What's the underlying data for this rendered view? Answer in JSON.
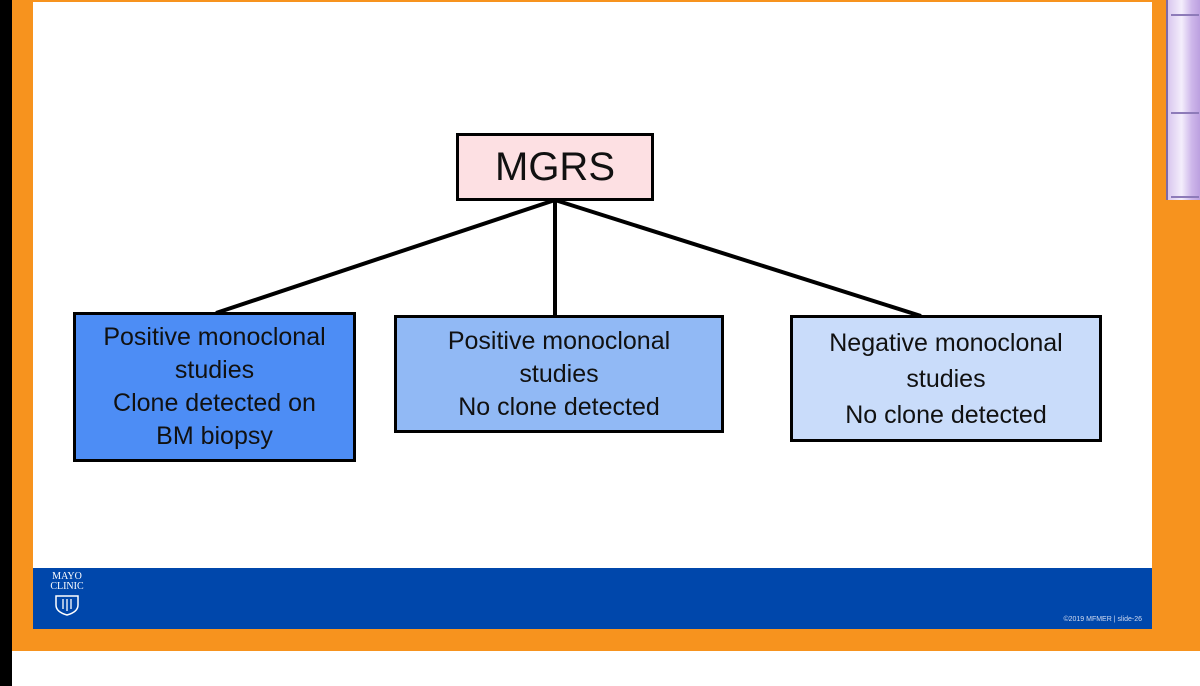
{
  "diagram": {
    "root": {
      "label": "MGRS"
    },
    "children": [
      {
        "lines": [
          "Positive monoclonal",
          "studies",
          "Clone detected on",
          "BM biopsy"
        ]
      },
      {
        "lines": [
          "Positive monoclonal",
          "studies",
          "No clone detected"
        ]
      },
      {
        "lines": [
          "Negative monoclonal",
          "studies",
          "No clone detected"
        ]
      }
    ]
  },
  "footer": {
    "logo_line1": "MAYO",
    "logo_line2": "CLINIC",
    "copyright": "©2019 MFMER  |  slide-26"
  },
  "colors": {
    "frame": "#f7931e",
    "footer_bar": "#0047ab",
    "root_fill": "#fde0e3",
    "child1_fill": "#4d8df5",
    "child2_fill": "#91b9f5",
    "child3_fill": "#c9dcfa"
  }
}
